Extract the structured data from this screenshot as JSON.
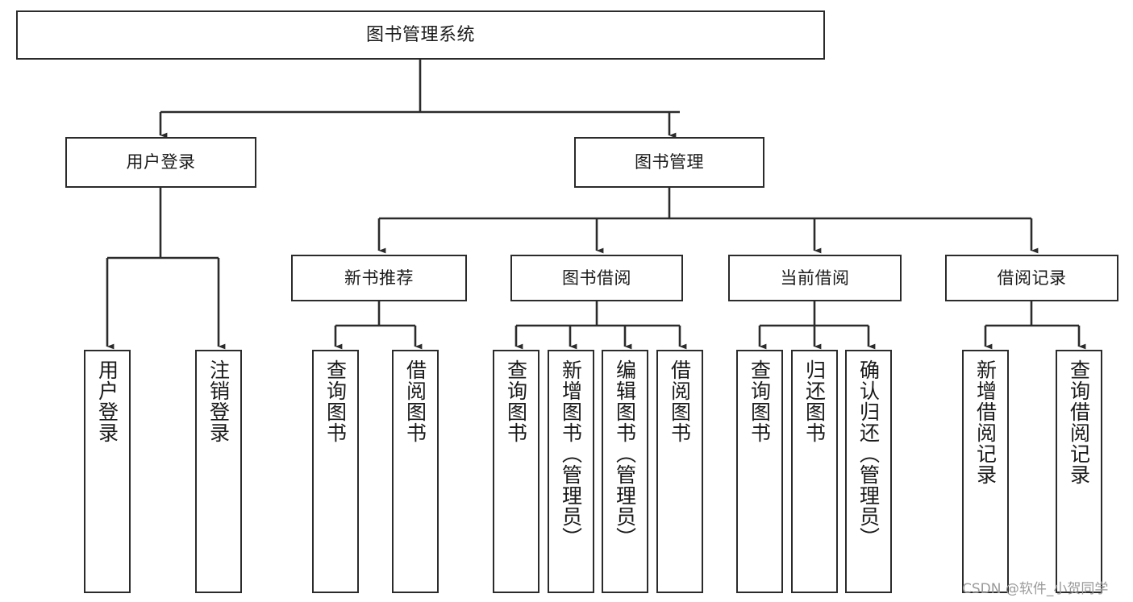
{
  "diagram": {
    "title": "图书管理系统",
    "type": "tree-hierarchy",
    "orientation": "top-down",
    "line_color": "#2b2b2b",
    "box_fill": "#ffffff",
    "text_color": "#1a1a1a",
    "watermark": "CSDN @软件_小贺同学"
  },
  "nodes": {
    "root": {
      "label": "图书管理系统"
    },
    "level2": {
      "user_login": {
        "label": "用户登录"
      },
      "book_manage": {
        "label": "图书管理"
      }
    },
    "level3": {
      "new_book_rec": {
        "label": "新书推荐"
      },
      "book_borrow": {
        "label": "图书借阅"
      },
      "current_borrow": {
        "label": "当前借阅"
      },
      "borrow_record": {
        "label": "借阅记录"
      }
    },
    "leaves": {
      "user_login_children": [
        {
          "label": "用户登录"
        },
        {
          "label": "注销登录"
        }
      ],
      "new_book_rec_children": [
        {
          "label": "查询图书"
        },
        {
          "label": "借阅图书"
        }
      ],
      "book_borrow_children": [
        {
          "label": "查询图书"
        },
        {
          "label": "新增图书（管理员）"
        },
        {
          "label": "编辑图书（管理员）"
        },
        {
          "label": "借阅图书"
        }
      ],
      "current_borrow_children": [
        {
          "label": "查询图书"
        },
        {
          "label": "归还图书"
        },
        {
          "label": "确认归还（管理员）"
        }
      ],
      "borrow_record_children": [
        {
          "label": "新增借阅记录"
        },
        {
          "label": "查询借阅记录"
        }
      ]
    }
  }
}
